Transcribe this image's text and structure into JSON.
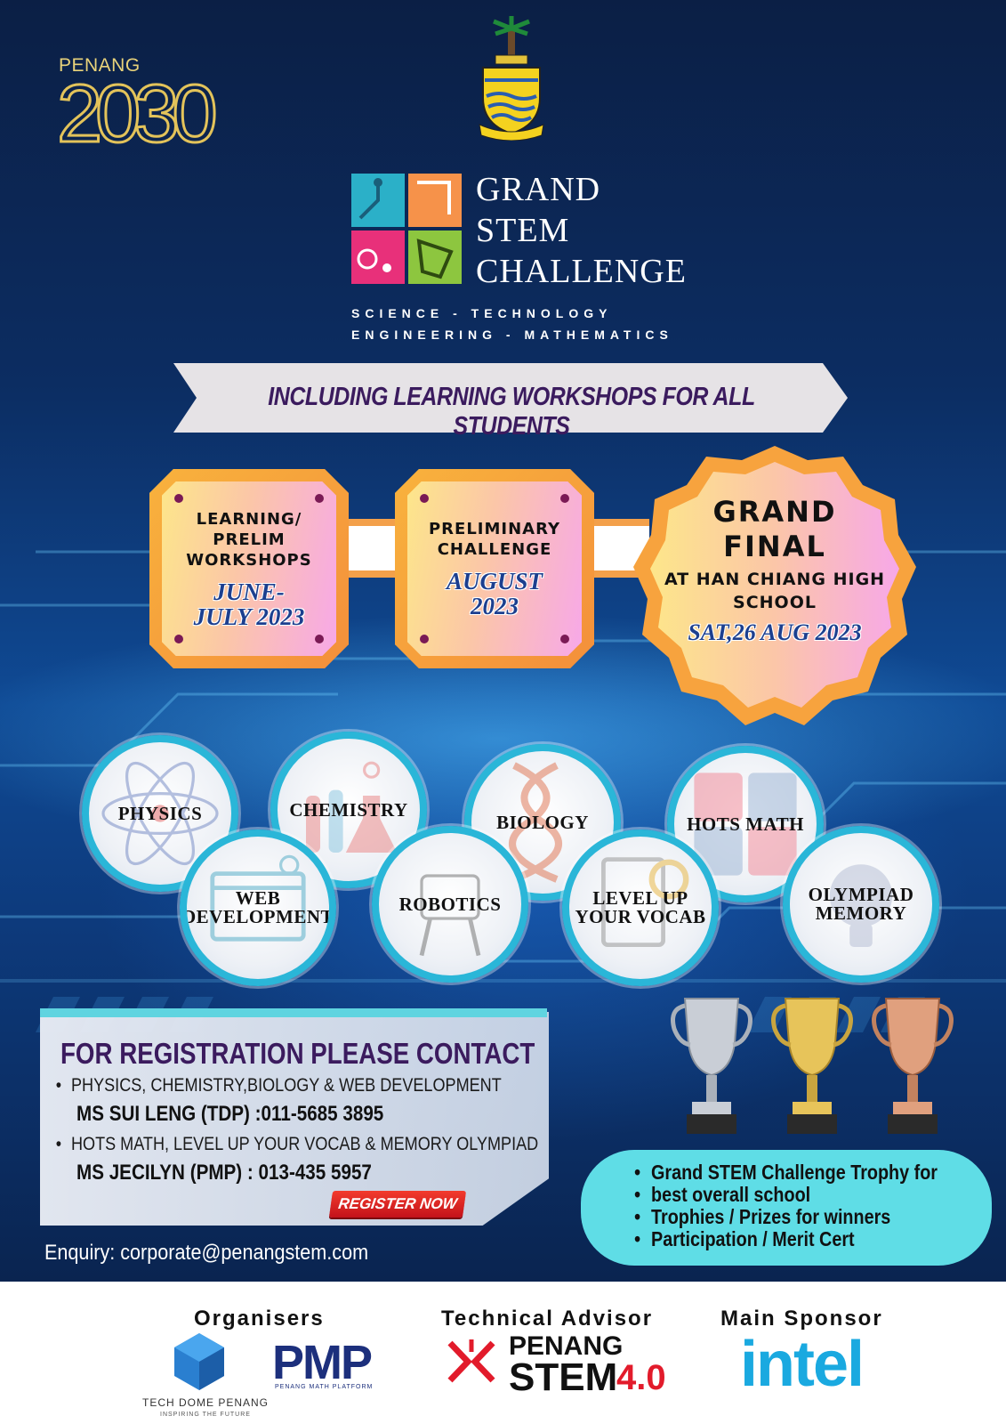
{
  "header": {
    "penang2030_label": "PENANG",
    "penang2030_number": "2030",
    "title_line1": "GRAND",
    "title_line2": "STEM",
    "title_line3": "CHALLENGE",
    "subtitle_line1": "SCIENCE - TECHNOLOGY",
    "subtitle_line2": "ENGINEERING - MATHEMATICS"
  },
  "banner": "INCLUDING LEARNING WORKSHOPS FOR ALL STUDENTS",
  "timeline": [
    {
      "title": "LEARNING/ PRELIM WORKSHOPS",
      "date": "JUNE- JULY 2023"
    },
    {
      "title": "PRELIMINARY CHALLENGE",
      "date": "AUGUST 2023"
    }
  ],
  "grand_final": {
    "title": "GRAND FINAL",
    "venue": "AT HAN CHIANG HIGH SCHOOL",
    "date": "SAT,26 AUG 2023"
  },
  "subjects": [
    "PHYSICS",
    "CHEMISTRY",
    "BIOLOGY",
    "HOTS MATH",
    "WEB DEVELOPMENT",
    "ROBOTICS",
    "LEVEL UP YOUR VOCAB",
    "OLYMPIAD MEMORY"
  ],
  "registration": {
    "heading": "FOR REGISTRATION PLEASE CONTACT",
    "group1": "PHYSICS, CHEMISTRY,BIOLOGY & WEB DEVELOPMENT",
    "contact1": "MS SUI LENG  (TDP) :011-5685 3895",
    "group2": "HOTS MATH, LEVEL UP YOUR VOCAB & MEMORY OLYMPIAD",
    "contact2": "MS JECILYN (PMP) : 013-435 5957",
    "button": "REGISTER NOW",
    "enquiry": "Enquiry: corporate@penangstem.com"
  },
  "prizes": [
    "Grand STEM Challenge Trophy for",
    "best overall school",
    "Trophies / Prizes for winners",
    "Participation / Merit Cert"
  ],
  "footer": {
    "organisers_label": "Organisers",
    "tdp_name": "TECH DOME PENANG",
    "tdp_tagline": "INSPIRING THE FUTURE",
    "pmp_name": "PMP",
    "pmp_sub": "PENANG MATH PLATFORM",
    "advisor_label": "Technical Advisor",
    "advisor_name": "PENANG",
    "advisor_stem": "STEM",
    "advisor_version": "4.0",
    "sponsor_label": "Main Sponsor",
    "sponsor_name": "intel"
  },
  "colors": {
    "accent_orange": "#f48f3b",
    "accent_cyan": "#2ab6d8",
    "heading_purple": "#3b1b5e",
    "date_blue": "#1c3f8f",
    "register_red": "#e21b2b"
  }
}
